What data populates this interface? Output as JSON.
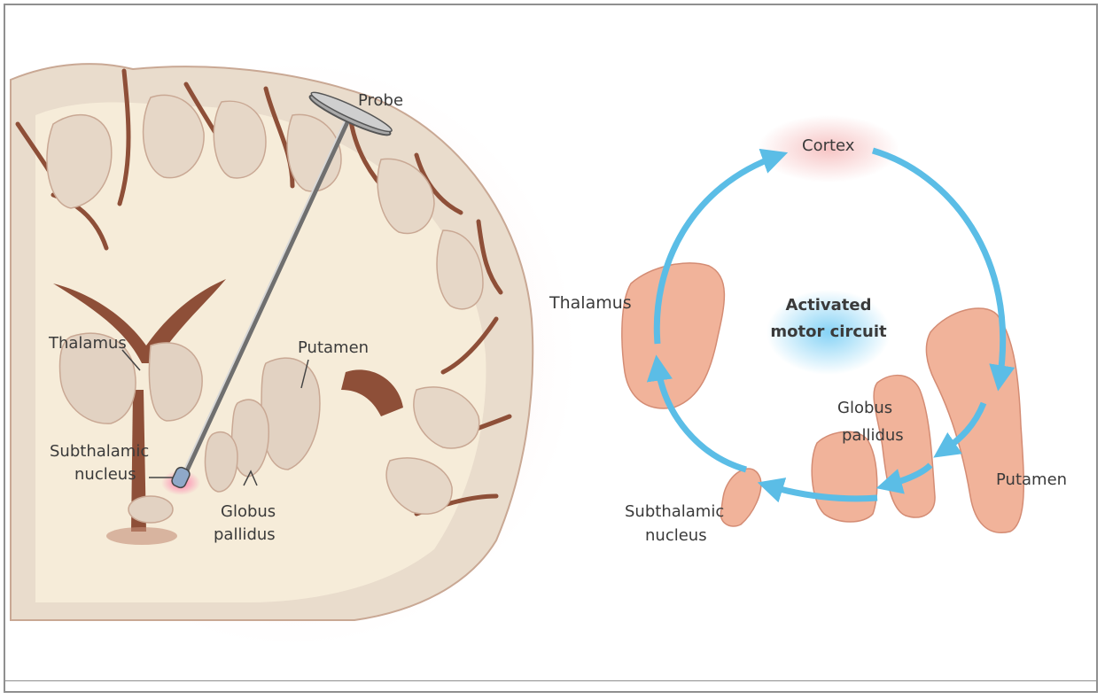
{
  "left_panel": {
    "labels": {
      "probe": "Probe",
      "thalamus": "Thalamus",
      "putamen": "Putamen",
      "subthalamic_1": "Subthalamic",
      "subthalamic_2": "nucleus",
      "globus_1": "Globus",
      "globus_2": "pallidus"
    }
  },
  "right_panel": {
    "labels": {
      "cortex": "Cortex",
      "thalamus": "Thalamus",
      "center_1": "Activated",
      "center_2": "motor circuit",
      "globus_1": "Globus",
      "globus_2": "pallidus",
      "putamen": "Putamen",
      "subthalamic_1": "Subthalamic",
      "subthalamic_2": "nucleus"
    }
  },
  "colors": {
    "tissue": "#e9dccc",
    "white_matter": "#f6ecd9",
    "sulcus": "#8e4f38",
    "nucleus": "#f1b39a",
    "arrow": "#5bbde6",
    "glow_red": "#f4a7a7",
    "glow_blue": "#8fd3f4"
  }
}
